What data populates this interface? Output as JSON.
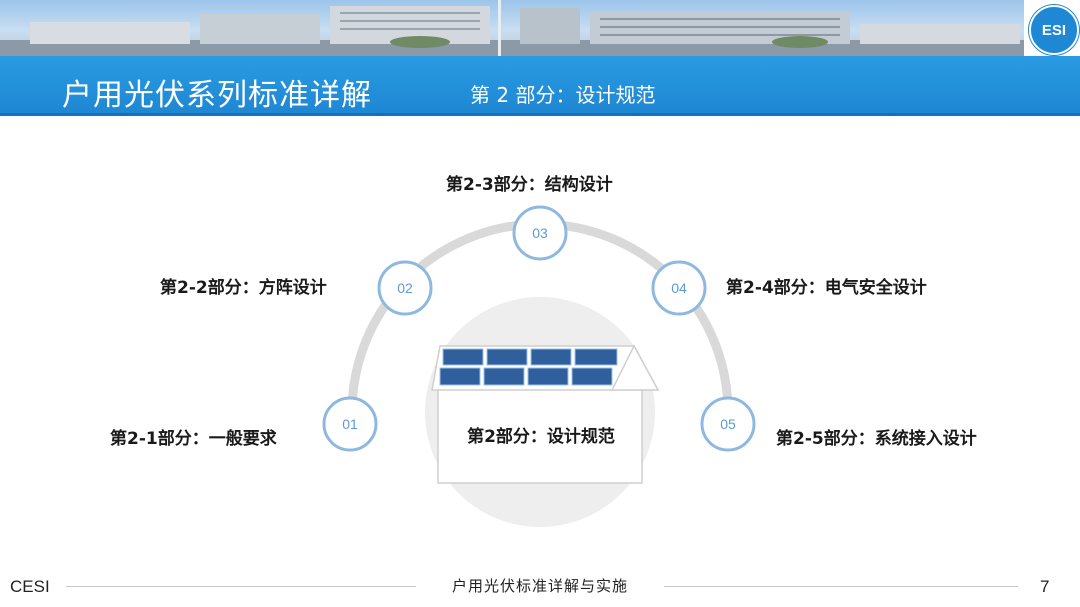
{
  "header": {
    "title": "户用光伏系列标准详解",
    "subtitle": "第 2 部分：设计规范",
    "logo_text": "ESI"
  },
  "diagram": {
    "center_label": "第2部分：设计规范",
    "nodes": [
      {
        "num": "01",
        "label": "第2-1部分：一般要求"
      },
      {
        "num": "02",
        "label": "第2-2部分：方阵设计"
      },
      {
        "num": "03",
        "label": "第2-3部分：结构设计"
      },
      {
        "num": "04",
        "label": "第2-4部分：电气安全设计"
      },
      {
        "num": "05",
        "label": "第2-5部分：系统接入设计"
      }
    ]
  },
  "footer": {
    "org": "CESI",
    "center_text": "户用光伏标准详解与实施",
    "page_number": "7"
  },
  "colors": {
    "title_bar": "#1e86d2",
    "arc": "#d9d9d9",
    "node_border": "#8fb8e0",
    "node_text": "#5b9bd5",
    "panel": "#2f5f9c"
  }
}
